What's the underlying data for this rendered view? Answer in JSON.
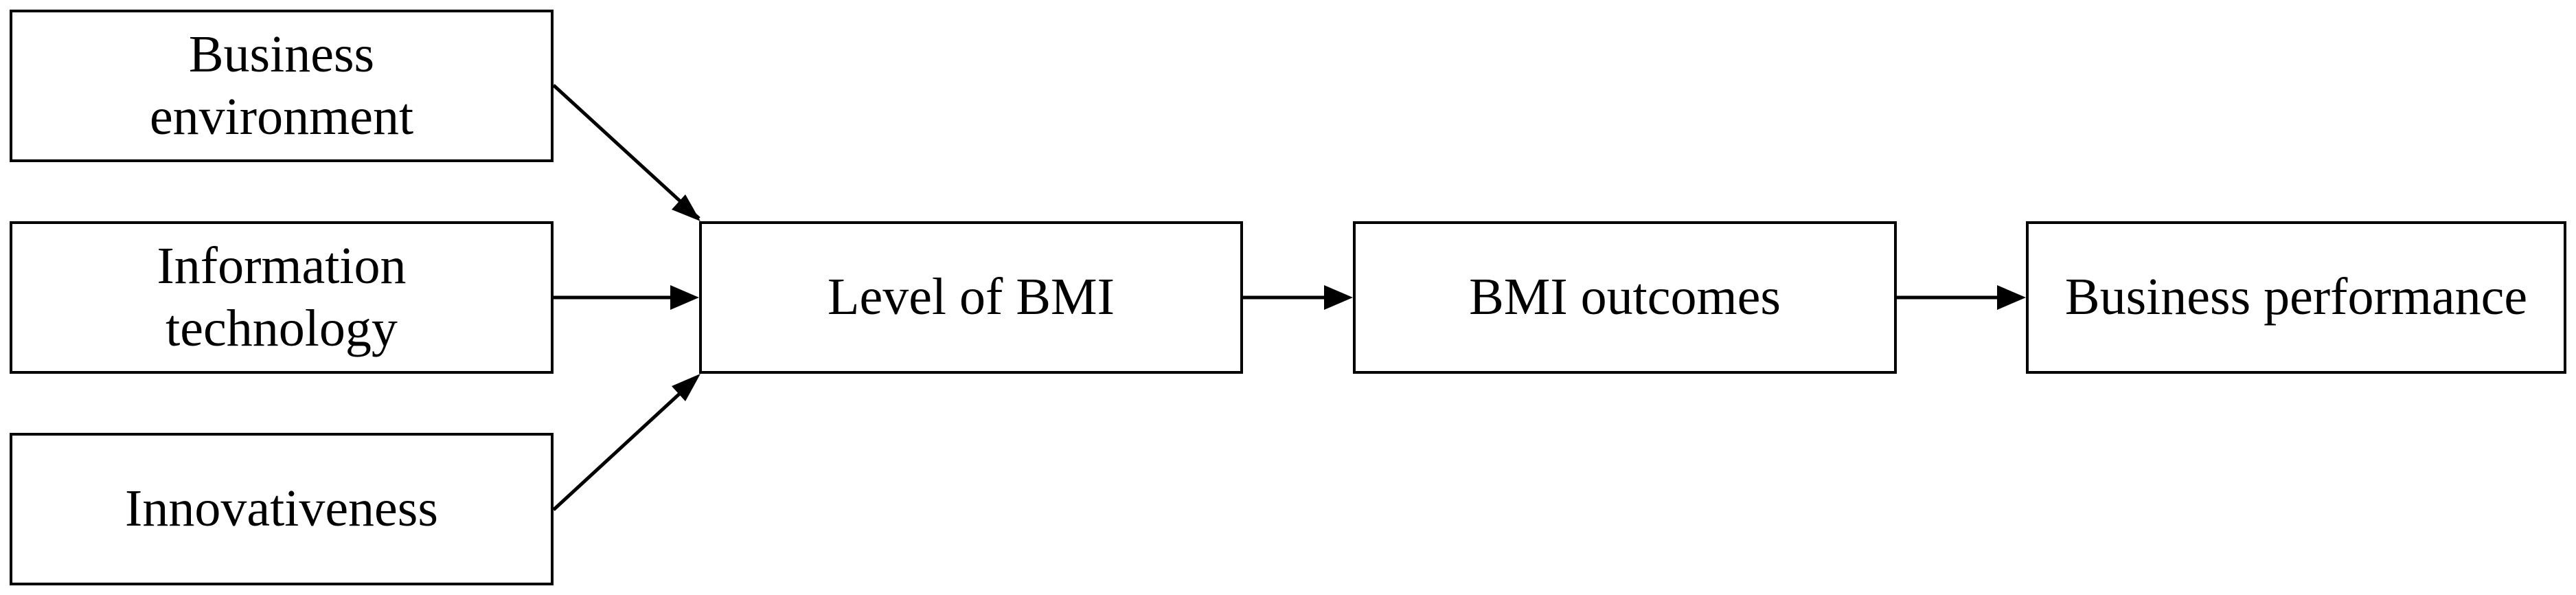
{
  "diagram": {
    "nodes": {
      "business_environment": "Business\nenvironment",
      "information_technology": "Information\ntechnology",
      "innovativeness": "Innovativeness",
      "level_of_bmi": "Level of BMI",
      "bmi_outcomes": "BMI outcomes",
      "business_performance": "Business performance"
    },
    "edges": [
      {
        "from": "business_environment",
        "to": "level_of_bmi"
      },
      {
        "from": "information_technology",
        "to": "level_of_bmi"
      },
      {
        "from": "innovativeness",
        "to": "level_of_bmi"
      },
      {
        "from": "level_of_bmi",
        "to": "bmi_outcomes"
      },
      {
        "from": "bmi_outcomes",
        "to": "business_performance"
      }
    ],
    "colors": {
      "stroke": "#000000",
      "fill": "#ffffff",
      "text": "#000000"
    }
  }
}
